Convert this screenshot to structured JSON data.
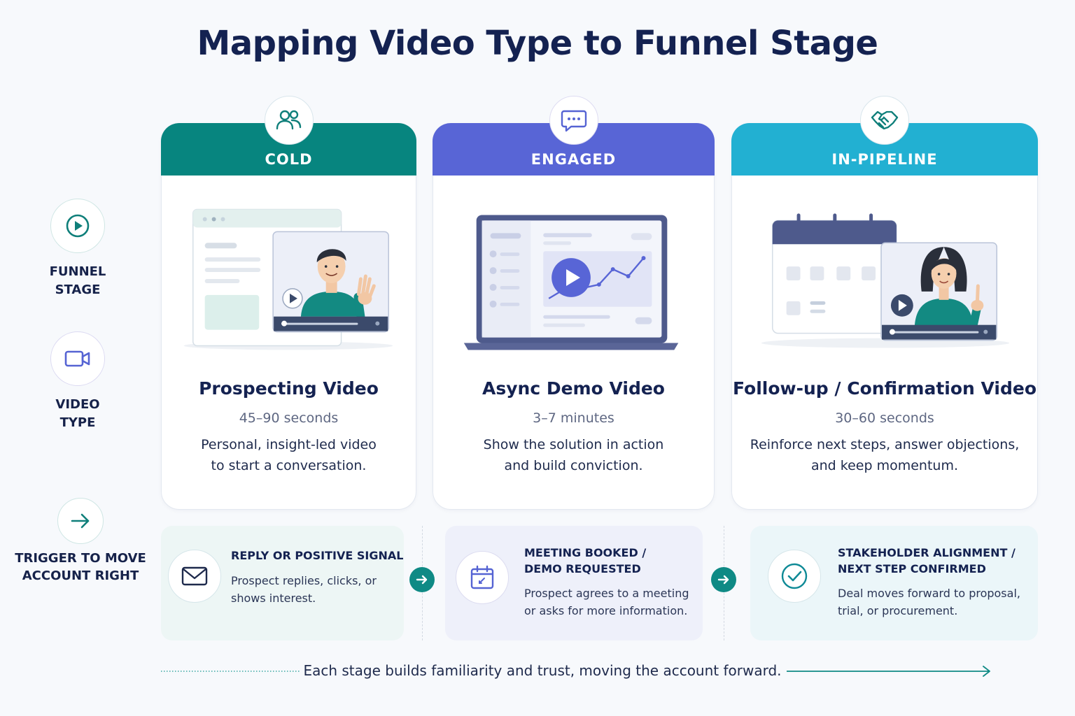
{
  "title": "Mapping Video Type to Funnel Stage",
  "rail": {
    "funnel_stage": "FUNNEL\nSTAGE",
    "video_type": "VIDEO\nTYPE",
    "trigger": "TRIGGER TO MOVE\nACCOUNT RIGHT"
  },
  "stages": [
    {
      "label": "COLD",
      "color": "#07857f",
      "icon": "people-icon",
      "video_title": "Prospecting Video",
      "duration": "45–90 seconds",
      "description": "Personal, insight-led video\nto start a conversation."
    },
    {
      "label": "ENGAGED",
      "color": "#5865d6",
      "icon": "chat-bubble-icon",
      "video_title": "Async Demo Video",
      "duration": "3–7 minutes",
      "description": "Show the solution in action\nand build conviction."
    },
    {
      "label": "IN-PIPELINE",
      "color": "#22b0d2",
      "icon": "handshake-icon",
      "video_title": "Follow-up / Confirmation Video",
      "duration": "30–60 seconds",
      "description": "Reinforce next steps, answer objections,\nand keep momentum."
    }
  ],
  "triggers": [
    {
      "icon": "envelope-icon",
      "title": "REPLY OR POSITIVE SIGNAL",
      "description": "Prospect replies, clicks, or\nshows interest."
    },
    {
      "icon": "calendar-icon",
      "title": "MEETING BOOKED /\nDEMO REQUESTED",
      "description": "Prospect agrees to a meeting\nor asks for more information."
    },
    {
      "icon": "check-circle-icon",
      "title": "STAKEHOLDER ALIGNMENT /\nNEXT STEP CONFIRMED",
      "description": "Deal moves forward to proposal,\ntrial, or procurement."
    }
  ],
  "footer": "Each stage builds familiarity and trust, moving the account forward."
}
